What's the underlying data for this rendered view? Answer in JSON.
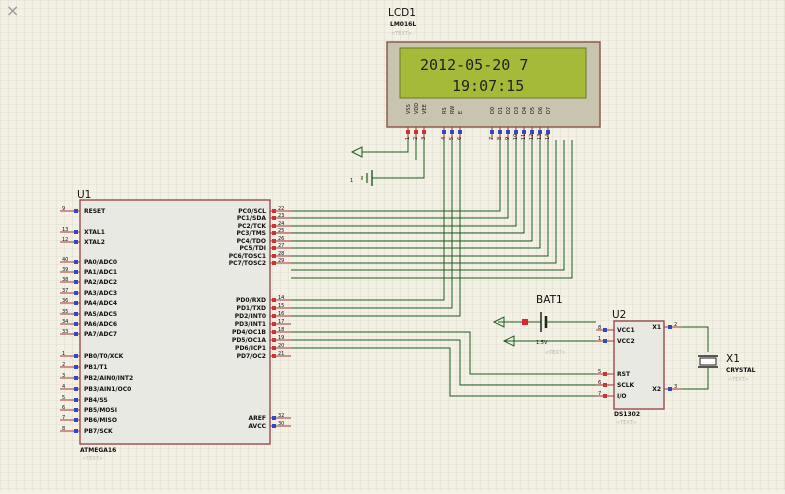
{
  "close_glyph": "×",
  "lcd": {
    "ref": "LCD1",
    "part": "LM016L",
    "text_tag": "<TEXT>",
    "line1": "2012-05-20   7",
    "line2": "19:07:15",
    "pin_labels": [
      "VSS",
      "VDD",
      "VEE",
      "RS",
      "RW",
      "E",
      "D0",
      "D1",
      "D2",
      "D3",
      "D4",
      "D5",
      "D6",
      "D7"
    ],
    "pin_numbers": [
      "1",
      "2",
      "3",
      "4",
      "5",
      "6",
      "7",
      "8",
      "9",
      "10",
      "11",
      "12",
      "13",
      "14"
    ]
  },
  "u1": {
    "ref": "U1",
    "part": "ATMEGA16",
    "text_tag": "<TEXT>",
    "left_pins": [
      {
        "num": "9",
        "name": "RESET"
      },
      {
        "num": "13",
        "name": "XTAL1"
      },
      {
        "num": "12",
        "name": "XTAL2"
      },
      {
        "num": "40",
        "name": "PA0/ADC0"
      },
      {
        "num": "39",
        "name": "PA1/ADC1"
      },
      {
        "num": "38",
        "name": "PA2/ADC2"
      },
      {
        "num": "37",
        "name": "PA3/ADC3"
      },
      {
        "num": "36",
        "name": "PA4/ADC4"
      },
      {
        "num": "35",
        "name": "PA5/ADC5"
      },
      {
        "num": "34",
        "name": "PA6/ADC6"
      },
      {
        "num": "33",
        "name": "PA7/ADC7"
      },
      {
        "num": "1",
        "name": "PB0/T0/XCK"
      },
      {
        "num": "2",
        "name": "PB1/T1"
      },
      {
        "num": "3",
        "name": "PB2/AIN0/INT2"
      },
      {
        "num": "4",
        "name": "PB3/AIN1/OC0"
      },
      {
        "num": "5",
        "name": "PB4/SS"
      },
      {
        "num": "6",
        "name": "PB5/MOSI"
      },
      {
        "num": "7",
        "name": "PB6/MISO"
      },
      {
        "num": "8",
        "name": "PB7/SCK"
      }
    ],
    "right_pins": [
      {
        "num": "22",
        "name": "PC0/SCL"
      },
      {
        "num": "23",
        "name": "PC1/SDA"
      },
      {
        "num": "24",
        "name": "PC2/TCK"
      },
      {
        "num": "25",
        "name": "PC3/TMS"
      },
      {
        "num": "26",
        "name": "PC4/TDO"
      },
      {
        "num": "27",
        "name": "PC5/TDI"
      },
      {
        "num": "28",
        "name": "PC6/TOSC1"
      },
      {
        "num": "29",
        "name": "PC7/TOSC2"
      },
      {
        "num": "14",
        "name": "PD0/RXD"
      },
      {
        "num": "15",
        "name": "PD1/TXD"
      },
      {
        "num": "16",
        "name": "PD2/INT0"
      },
      {
        "num": "17",
        "name": "PD3/INT1"
      },
      {
        "num": "18",
        "name": "PD4/OC1B"
      },
      {
        "num": "19",
        "name": "PD5/OC1A"
      },
      {
        "num": "20",
        "name": "PD6/ICP1"
      },
      {
        "num": "21",
        "name": "PD7/OC2"
      },
      {
        "num": "32",
        "name": "AREF"
      },
      {
        "num": "30",
        "name": "AVCC"
      }
    ]
  },
  "bat": {
    "ref": "BAT1",
    "value": "1.5V",
    "text_tag": "<TEXT>"
  },
  "u2": {
    "ref": "U2",
    "part": "DS1302",
    "text_tag": "<TEXT>",
    "left_pins": [
      {
        "num": "8",
        "name": "VCC1"
      },
      {
        "num": "1",
        "name": "VCC2"
      },
      {
        "num": "5",
        "name": "RST"
      },
      {
        "num": "6",
        "name": "SCLK"
      },
      {
        "num": "7",
        "name": "I/O"
      }
    ],
    "right_pins": [
      {
        "num": "2",
        "name": "X1"
      },
      {
        "num": "3",
        "name": "X2"
      }
    ]
  },
  "x1": {
    "ref": "X1",
    "part": "CRYSTAL",
    "text_tag": "<TEXT>"
  }
}
